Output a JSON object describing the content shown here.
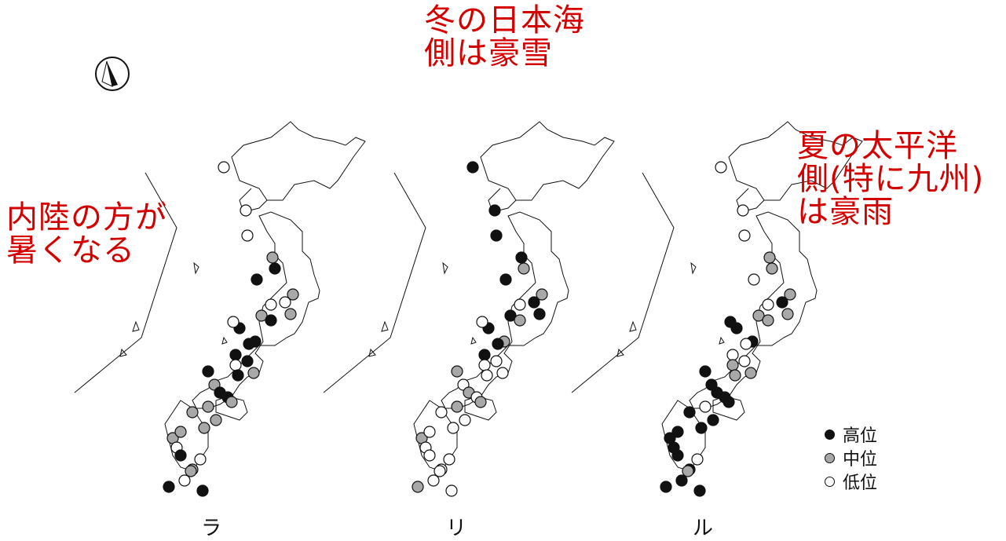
{
  "annotations": {
    "note_left": "内陸の方が\n暑くなる",
    "note_top": "冬の日本海\n側は豪雪",
    "note_right": "夏の太平洋\n側(特に九州)\nは豪雨"
  },
  "maps": [
    {
      "label": "ラ"
    },
    {
      "label": "リ"
    },
    {
      "label": "ル"
    }
  ],
  "legend": {
    "items": [
      {
        "label": "高位",
        "color": "#111111"
      },
      {
        "label": "中位",
        "color": "#a8a8a8"
      },
      {
        "label": "低位",
        "color": "#ffffff"
      }
    ]
  },
  "colors": {
    "high": "#111111",
    "mid": "#a8a8a8",
    "low": "#ffffff",
    "annotation": "#d40000"
  },
  "compass": {
    "icon": "north-arrow-icon"
  }
}
